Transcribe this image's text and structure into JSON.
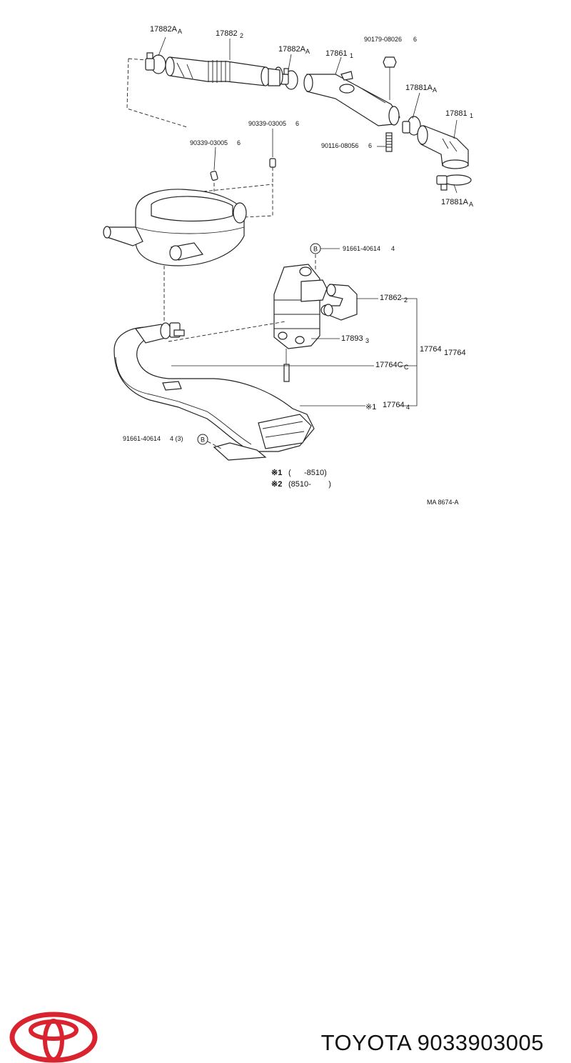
{
  "diagram": {
    "labels": {
      "p17882a_top_left": "17882A",
      "p17882a_top_left_suffix": "A",
      "p17882": "17882",
      "p17882_suffix": "2",
      "p17882a_mid": "17882A",
      "p17882a_mid_suffix": "A",
      "p17861": "17861",
      "p17861_suffix": "1",
      "p90179": "90179-08026",
      "p90179_qty": "6",
      "p17881a_top": "17881A",
      "p17881a_top_suffix": "A",
      "p17881": "17881",
      "p17881_suffix": "1",
      "p90339_a": "90339-03005",
      "p90339_a_qty": "6",
      "p90339_b": "90339-03005",
      "p90339_b_qty": "6",
      "p90116": "90116-08056",
      "p90116_qty": "6",
      "p17881a_bottom": "17881A",
      "p17881a_bottom_suffix": "A",
      "p91661_top": "91661-40614",
      "p91661_top_qty": "4",
      "b_marker_top": "B",
      "p17862": "17862",
      "p17862_suffix": "2",
      "p17893": "17893",
      "p17893_suffix": "3",
      "p17764_group": "17764",
      "p17764_main": "17764",
      "p17764c": "17764C",
      "p17764c_suffix": "C",
      "p17764_star": "※1",
      "p17764_star_num": "17764",
      "p17764_star_suffix": "4",
      "p91661_bottom": "91661-40614",
      "p91661_bottom_qty": "4 (3)",
      "b_marker_bottom": "B"
    },
    "notes": [
      {
        "mark": "※1",
        "text": "(      -8510)"
      },
      {
        "mark": "※2",
        "text": "(8510-        )"
      }
    ],
    "code": "MA  8674-A"
  },
  "footer": {
    "brand": "TOYOTA 9033903005",
    "logo_icon": "toyota-logo-icon",
    "logo_color": "#d9232e"
  }
}
